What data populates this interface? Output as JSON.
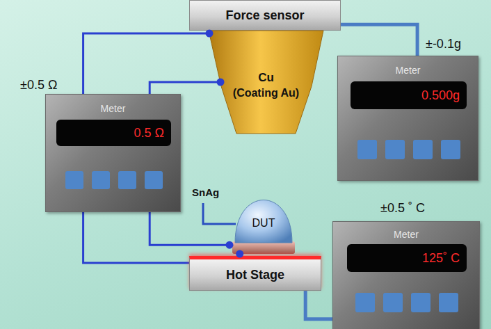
{
  "diagram": {
    "nodes": [
      {
        "text": [
          "Force sensor"
        ]
      },
      {
        "text": [
          "Cu",
          "(Coating Au)"
        ]
      },
      {
        "text": [
          "±0.5 Ω",
          "Meter",
          "0.5 Ω"
        ]
      },
      {
        "text": [
          "±-0.1g",
          "Meter",
          "0.500g"
        ]
      },
      {
        "text": [
          "DUT"
        ]
      },
      {
        "text": [
          "Hot Stage"
        ]
      },
      {
        "text": [
          "±0.5 ˚ C",
          "Meter",
          "125˚ C"
        ]
      }
    ],
    "edges": [
      {
        "from": 0,
        "to": 3,
        "arrow": "none"
      },
      {
        "from": 2,
        "to": 1,
        "arrow": "none"
      },
      {
        "from": 2,
        "to": 1,
        "arrow": "none"
      },
      {
        "from": 2,
        "to": 4,
        "arrow": "none"
      },
      {
        "from": 2,
        "to": 4,
        "arrow": "none"
      },
      {
        "from": 5,
        "to": 6,
        "arrow": "none"
      }
    ],
    "labels": [
      "SnAg"
    ]
  }
}
